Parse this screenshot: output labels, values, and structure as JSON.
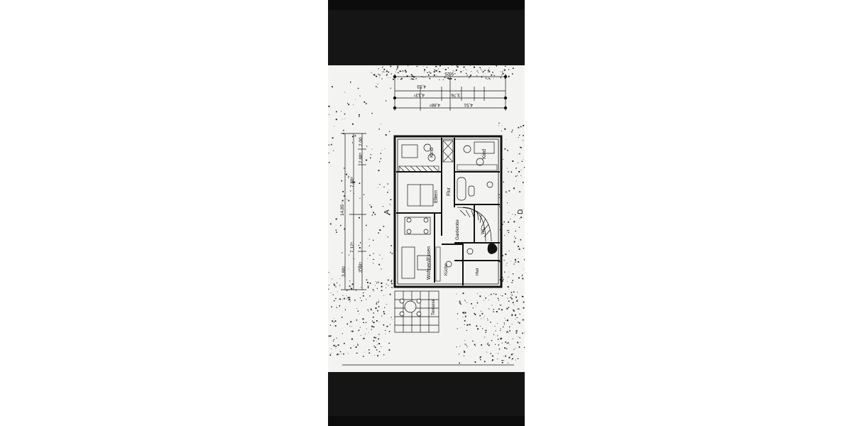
{
  "rooms": {
    "kind_left": "Kind",
    "kind_right": "Kind",
    "flur": "Flur",
    "eltern": "Eltern",
    "wohnen_essen": "Wohnen/Essen",
    "kueche": "Küche",
    "hwr": "Hwr",
    "terrasse": "Terrasse",
    "garderobe": "Garderobe",
    "wc": "WC"
  },
  "section_marks": {
    "left": "A",
    "right": "D"
  },
  "dimensions": {
    "left_total": "14,85",
    "left_upper": "7,88⁵",
    "left_lower": "7,12⁵",
    "left_a": "2,00",
    "left_b": "2,88⁵",
    "left_c": "3,88⁵",
    "left_d": "3,88⁵",
    "top_total": "9,25",
    "top_a": "4,88⁵",
    "top_b": "4,51",
    "top_c": "4,13⁵",
    "top_d": "3,76",
    "top_e": "4,53"
  }
}
